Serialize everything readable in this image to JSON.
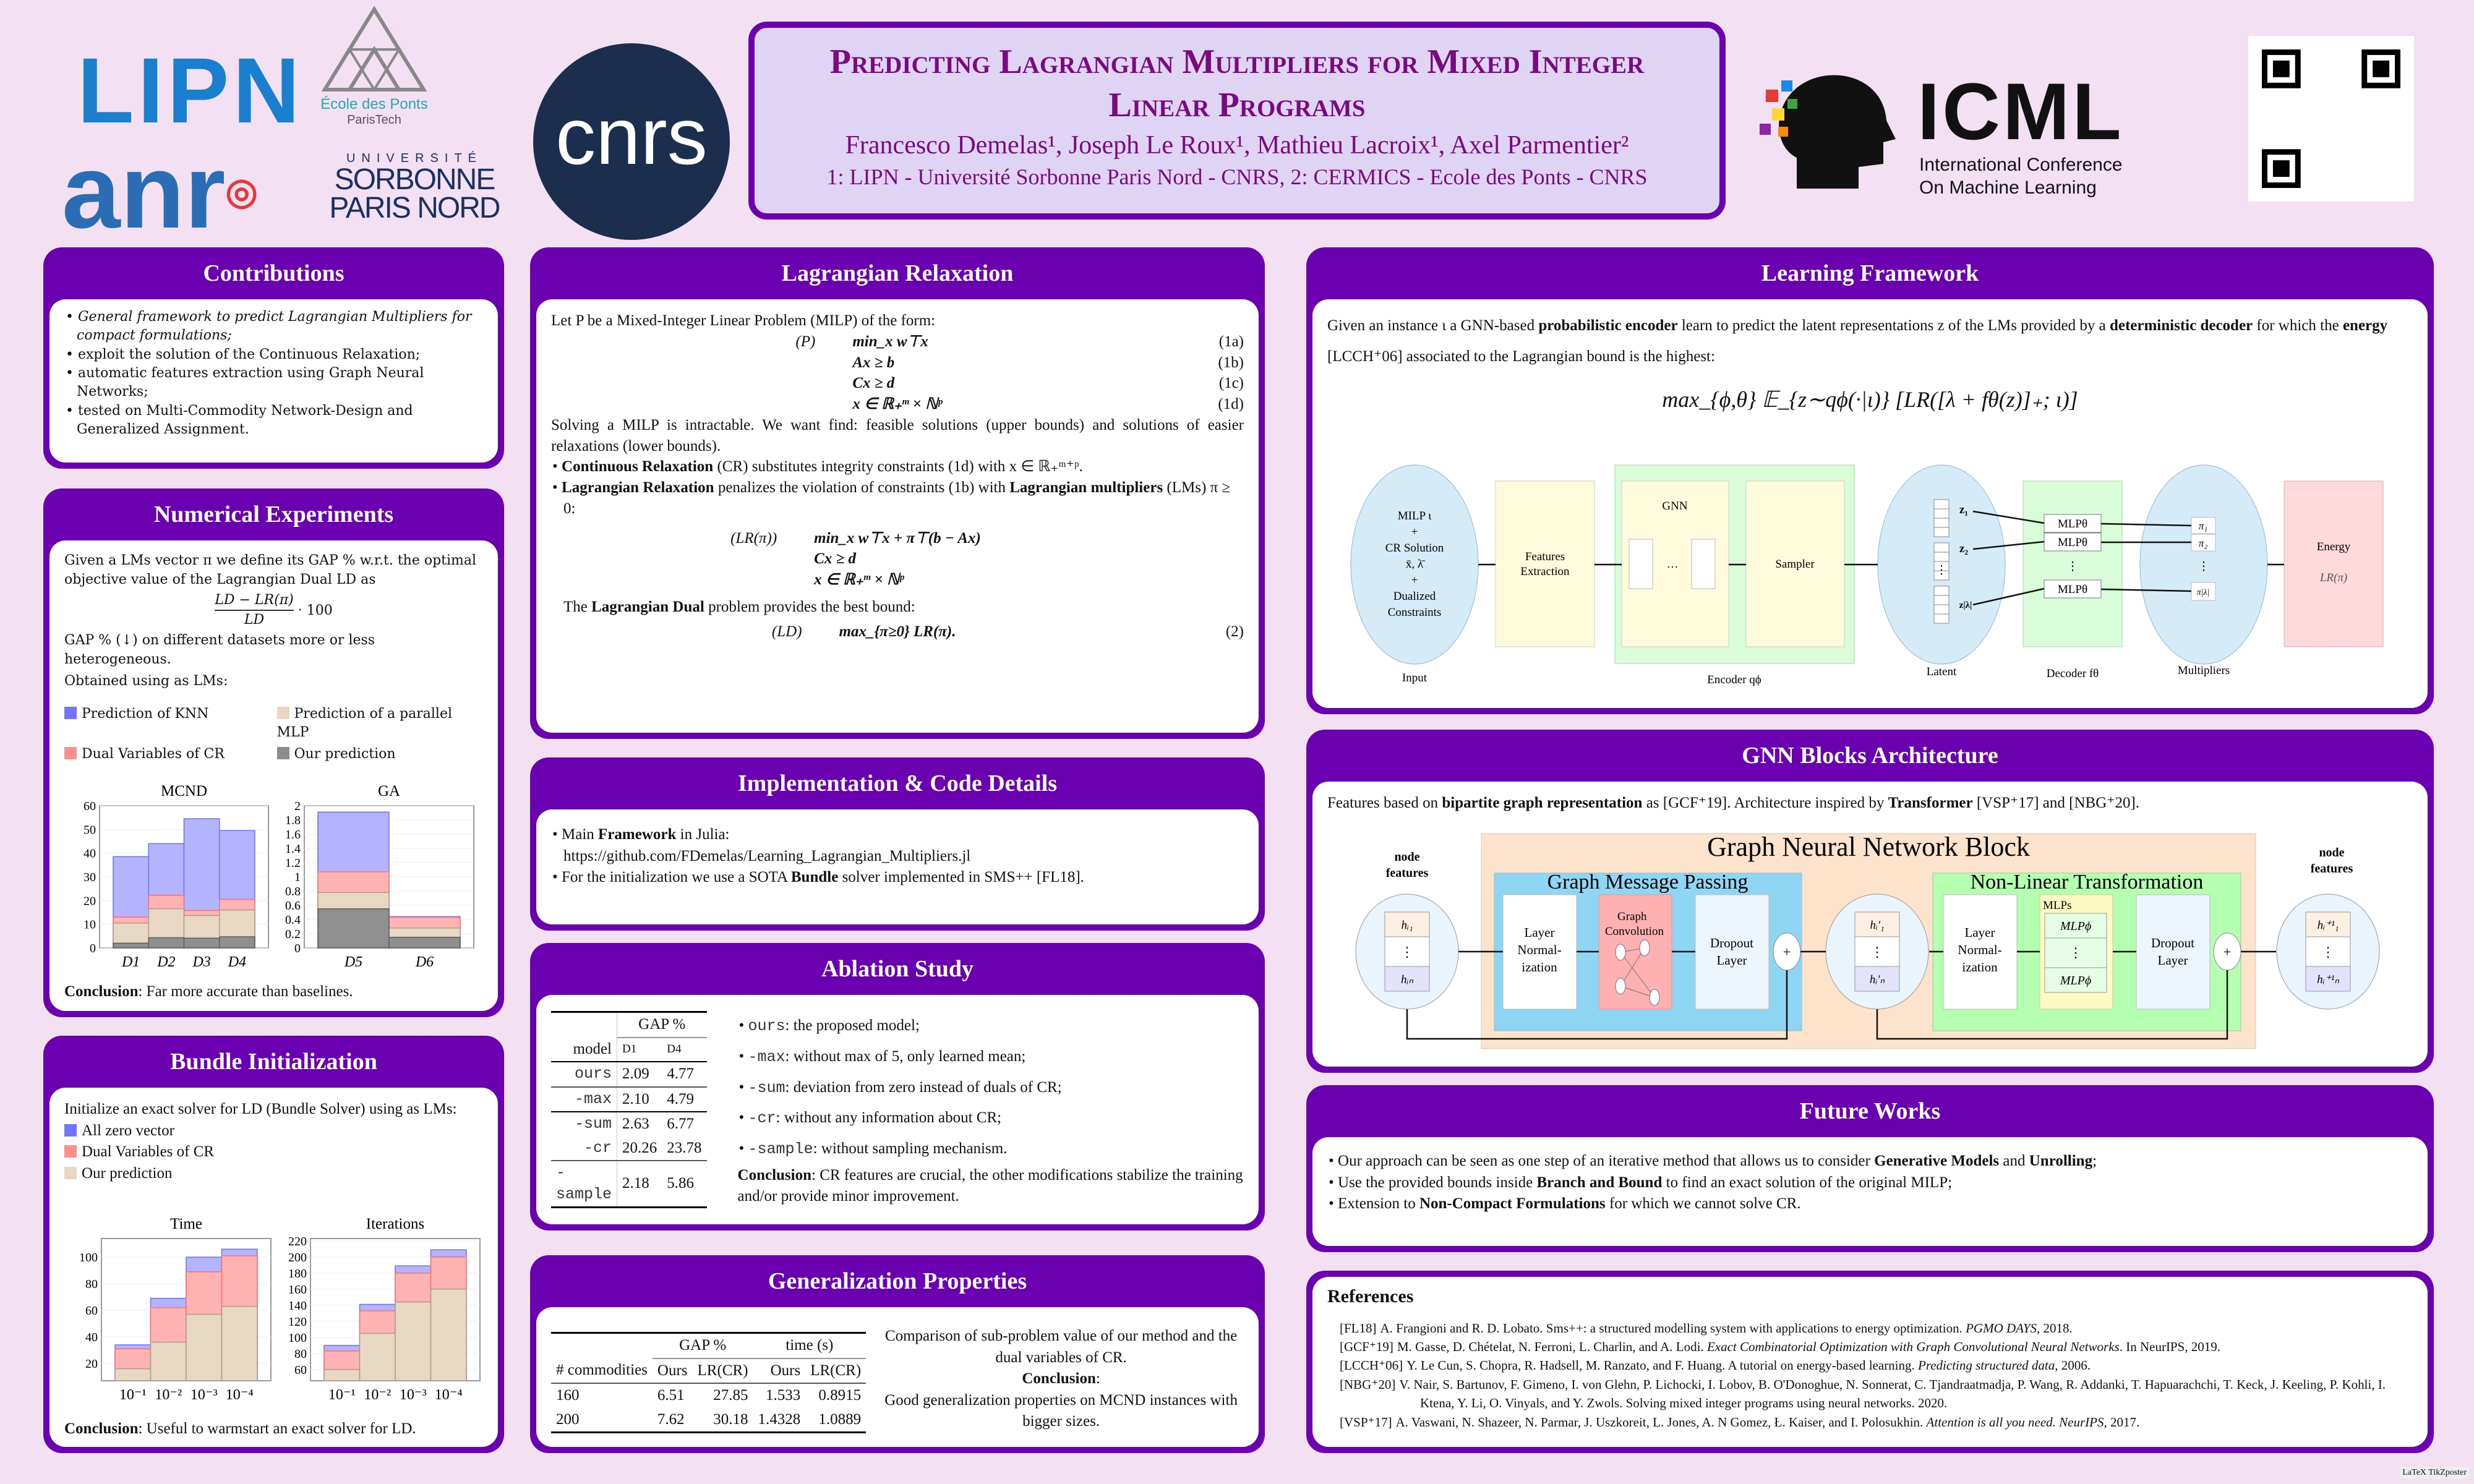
{
  "logos": {
    "lipn": "LIPN",
    "ecole": "École des Ponts",
    "paristech": "ParisTech",
    "anr": "anr",
    "univ": "UNIVERSITÉ",
    "sorbonne": "SORBONNE",
    "parisnord": "PARIS NORD",
    "cnrs": "cnrs",
    "icml": "ICML",
    "icml_sub1": "International Conference",
    "icml_sub2": "On Machine Learning"
  },
  "header": {
    "title": "Predicting Lagrangian Multipliers for Mixed Integer Linear Programs",
    "authors": "Francesco Demelas¹, Joseph Le Roux¹, Mathieu Lacroix¹, Axel Parmentier²",
    "affiliations": "1: LIPN - Université Sorbonne Paris Nord - CNRS, 2: CERMICS - Ecole des Ponts - CNRS"
  },
  "contributions": {
    "title": "Contributions",
    "items": [
      "General framework to predict Lagrangian Multipliers for compact formulations;",
      "exploit the solution of the Continuous Relaxation;",
      "automatic features extraction using Graph Neural Networks;",
      "tested on Multi-Commodity Network-Design and Generalized Assignment."
    ]
  },
  "numerical": {
    "title": "Numerical Experiments",
    "intro": "Given a LMs vector π we define its GAP % w.r.t. the optimal objective value of the Lagrangian Dual LD as",
    "formula_num": "LD − LR(π)",
    "formula_den": "LD",
    "formula_mult": "· 100",
    "gap_line": "GAP % (↓) on different datasets more or less heterogeneous.",
    "obtained": "Obtained using as LMs:",
    "legend": [
      "Prediction of KNN",
      "Prediction of a parallel MLP",
      "Dual Variables of CR",
      "Our prediction"
    ],
    "conclusion_label": "Conclusion",
    "conclusion": ": Far more accurate than baselines."
  },
  "bundle": {
    "title": "Bundle Initialization",
    "intro": "Initialize an exact solver for LD (Bundle Solver) using as LMs:",
    "legend": [
      "All zero vector",
      "Dual Variables of CR",
      "Our prediction"
    ],
    "conclusion_label": "Conclusion",
    "conclusion": ": Useful to warmstart an exact solver for LD."
  },
  "colors": {
    "knn": "#b3b3ff",
    "cr": "#ffb3b3",
    "mlp": "#e8d8c3",
    "ours": "#8f8f8f",
    "knn_stroke": "#7070ff",
    "cr_stroke": "#ff6f6f",
    "mlp_stroke": "#b09a8a",
    "ours_stroke": "#5e5e5e",
    "accent": "#6a00b0"
  },
  "chart_data": [
    {
      "type": "bar",
      "title": "MCND",
      "categories": [
        "D1",
        "D2",
        "D3",
        "D4"
      ],
      "ylim": [
        0,
        60
      ],
      "yticks": [
        "0",
        "10",
        "20",
        "30",
        "40",
        "50",
        "60"
      ],
      "grid": true,
      "series": [
        {
          "name": "Prediction of KNN",
          "key": "knn",
          "values": [
            38.5,
            44,
            54.5,
            49.5
          ]
        },
        {
          "name": "Dual Variables of CR",
          "key": "cr",
          "values": [
            13,
            22.2,
            15.8,
            20.5
          ]
        },
        {
          "name": "Prediction of a parallel MLP",
          "key": "mlp",
          "values": [
            10.5,
            16.5,
            13.7,
            16
          ]
        },
        {
          "name": "Our prediction",
          "key": "ours",
          "values": [
            2,
            4.3,
            4.1,
            4.7
          ]
        }
      ]
    },
    {
      "type": "bar",
      "title": "GA",
      "categories": [
        "D5",
        "D6"
      ],
      "ylim": [
        0,
        2
      ],
      "yticks": [
        "0",
        "0.2",
        "0.4",
        "0.6",
        "0.8",
        "1",
        "1.2",
        "1.4",
        "1.6",
        "1.8",
        "2"
      ],
      "grid": true,
      "series": [
        {
          "name": "Prediction of KNN",
          "key": "knn",
          "values": [
            1.91,
            0.44
          ]
        },
        {
          "name": "Dual Variables of CR",
          "key": "cr",
          "values": [
            1.07,
            0.43
          ]
        },
        {
          "name": "Prediction of a parallel MLP",
          "key": "mlp",
          "values": [
            0.78,
            0.28
          ]
        },
        {
          "name": "Our prediction",
          "key": "ours",
          "values": [
            0.55,
            0.15
          ]
        }
      ]
    },
    {
      "type": "bar",
      "title": "Time",
      "categories": [
        "10⁻¹",
        "10⁻²",
        "10⁻³",
        "10⁻⁴"
      ],
      "ylim": [
        7,
        114
      ],
      "yticks": [
        "20",
        "40",
        "60",
        "80",
        "100"
      ],
      "grid": true,
      "series": [
        {
          "name": "All zero vector",
          "key": "knn",
          "values": [
            34,
            69,
            100,
            106
          ]
        },
        {
          "name": "Dual Variables of CR",
          "key": "cr",
          "values": [
            31,
            62,
            89,
            101
          ]
        },
        {
          "name": "Our prediction",
          "key": "mlp",
          "values": [
            16,
            36,
            57,
            63
          ]
        }
      ]
    },
    {
      "type": "bar",
      "title": "Iterations",
      "categories": [
        "10⁻¹",
        "10⁻²",
        "10⁻³",
        "10⁻⁴"
      ],
      "ylim": [
        46,
        223
      ],
      "yticks": [
        "60",
        "80",
        "100",
        "120",
        "140",
        "160",
        "180",
        "200",
        "220"
      ],
      "grid": true,
      "series": [
        {
          "name": "All zero vector",
          "key": "knn",
          "values": [
            90,
            141,
            189,
            209
          ]
        },
        {
          "name": "Dual Variables of CR",
          "key": "cr",
          "values": [
            83,
            133,
            180,
            200
          ]
        },
        {
          "name": "Our prediction",
          "key": "mlp",
          "values": [
            60,
            105,
            144,
            160
          ]
        }
      ]
    }
  ],
  "lagrangian": {
    "title": "Lagrangian Relaxation",
    "intro": "Let P be a Mixed-Integer Linear Problem (MILP) of the form:",
    "p_rows": [
      [
        "(P)",
        "min_x  w⊤x",
        "(1a)"
      ],
      [
        "",
        "Ax ≥ b",
        "(1b)"
      ],
      [
        "",
        "Cx ≥ d",
        "(1c)"
      ],
      [
        "",
        "x ∈ ℝ₊ᵐ × ℕᵖ",
        "(1d)"
      ]
    ],
    "solving": "Solving a MILP is intractable. We want find: feasible solutions (upper bounds) and solutions of easier relaxations (lower bounds).",
    "cr_bold": "Continuous Relaxation",
    "cr_text": " (CR) substitutes integrity constraints (1d) with x ∈ ℝ₊ᵐ⁺ᵖ.",
    "lr_bold": "Lagrangian Relaxation",
    "lr_text": " penalizes the violation of constraints (1b) with ",
    "lr_bold2": "Lagrangian multipliers",
    "lr_text2": " (LMs) π ≥ 0:",
    "lr_rows": [
      [
        "(LR(π))",
        "min_x  w⊤x + π⊤(b − Ax)",
        ""
      ],
      [
        "",
        "Cx ≥ d",
        ""
      ],
      [
        "",
        "x ∈ ℝ₊ᵐ × ℕᵖ",
        ""
      ]
    ],
    "dual_pre": "The ",
    "dual_bold": "Lagrangian Dual",
    "dual_post": " problem provides the best bound:",
    "ld_rows": [
      [
        "(LD)",
        "max_{π≥0}  LR(π).",
        "(2)"
      ]
    ]
  },
  "implementation": {
    "title": "Implementation & Code Details",
    "item1_pre": "Main ",
    "item1_bold": "Framework",
    "item1_post": " in Julia:",
    "url": "https://github.com/FDemelas/Learning_Lagrangian_Multipliers.jl",
    "item2_pre": "For the initialization we use a SOTA ",
    "item2_bold": "Bundle",
    "item2_post": " solver implemented in SMS++ [FL18]."
  },
  "ablation": {
    "title": "Ablation Study",
    "gap_header": "GAP %",
    "model_header": "model",
    "cols": [
      "D1",
      "D4"
    ],
    "rows": [
      {
        "model": "ours",
        "d1": "2.09",
        "d4": "4.77"
      },
      {
        "model": "-max",
        "d1": "2.10",
        "d4": "4.79"
      },
      {
        "model": "-sum",
        "d1": "2.63",
        "d4": "6.77"
      },
      {
        "model": "-cr",
        "d1": "20.26",
        "d4": "23.78"
      },
      {
        "model": "-sample",
        "d1": "2.18",
        "d4": "5.86"
      }
    ],
    "bullets": [
      {
        "code": "ours",
        "text": ": the proposed model;"
      },
      {
        "code": "-max",
        "text": ": without max of 5, only learned mean;"
      },
      {
        "code": "-sum",
        "text": ": deviation from zero instead of duals of CR;"
      },
      {
        "code": "-cr",
        "text": ": without any information about CR;"
      },
      {
        "code": "-sample",
        "text": ": without sampling mechanism."
      }
    ],
    "conclusion_label": "Conclusion",
    "conclusion": ": CR features are crucial, the other modifications stabilize the training and/or provide minor improvement."
  },
  "generalization": {
    "title": "Generalization Properties",
    "gap_header": "GAP %",
    "time_header": "time (s)",
    "headers": [
      "# commodities",
      "Ours",
      "LR(CR)",
      "Ours",
      "LR(CR)"
    ],
    "rows": [
      [
        "160",
        "6.51",
        "27.85",
        "1.533",
        "0.8915"
      ],
      [
        "200",
        "7.62",
        "30.18",
        "1.4328",
        "1.0889"
      ]
    ],
    "caption": "Comparison of sub-problem value of our method and the dual variables of CR.",
    "conclusion_label": "Conclusion",
    "conclusion": "Good generalization properties on MCND instances with bigger sizes."
  },
  "framework": {
    "title": "Learning Framework",
    "text_pre": "Given an instance ι a GNN-based ",
    "bold1": "probabilistic encoder",
    "text_mid": " learn to predict the latent representations z of the LMs provided by a ",
    "bold2": "deterministic decoder",
    "text_mid2": " for which the ",
    "bold3": "energy",
    "text_post": " [LCCH⁺06] associated to the Lagrangian bound is the highest:",
    "equation": "max_{ϕ,θ} 𝔼_{z∼qϕ(·|ι)} [LR([λ + fθ(z)]₊; ι)]"
  },
  "diagram": {
    "input_lines": [
      "MILP ι",
      "+",
      "CR Solution",
      "x̄, λ̄",
      "+",
      "Dualized",
      "Constraints"
    ],
    "features": [
      "Features",
      "Extraction"
    ],
    "gnn": "GNN",
    "dots": "…",
    "sampler": "Sampler",
    "energy": "Energy",
    "energy_sub": "LR(π)",
    "mlp": "MLPθ",
    "z": [
      "z₁",
      "z₂",
      "z|λ|"
    ],
    "pi": [
      "π₁",
      "π₂",
      "π|λ|"
    ],
    "vdots": "⋮",
    "labels": {
      "input": "Input",
      "encoder": "Encoder qϕ",
      "latent": "Latent",
      "decoder": "Decoder fθ",
      "multipliers": "Multipliers"
    }
  },
  "gnn": {
    "title": "GNN Blocks Architecture",
    "text_pre": "Features based on ",
    "bold1": "bipartite graph representation",
    "text_mid": " as [GCF⁺19]. Architecture inspired by ",
    "bold2": "Transformer",
    "text_post": " [VSP⁺17] and [NBG⁺20].",
    "block_title": "Graph Neural Network Block",
    "gmp": "Graph Message Passing",
    "nlt": "Non-Linear Transformation",
    "node_features": [
      "node",
      "features"
    ],
    "layer_norm": [
      "Layer",
      "Normal-",
      "ization"
    ],
    "graph_conv": [
      "Graph",
      "Convolution"
    ],
    "dropout": [
      "Dropout",
      "Layer"
    ],
    "mlps": "MLPs",
    "mlp_phi": "MLPϕ",
    "h_in": [
      "hᵢ₁",
      "hᵢₙ"
    ],
    "h_mid": [
      "hᵢ'₁",
      "hᵢ'ₙ"
    ],
    "h_out": [
      "hᵢ⁺¹₁",
      "hᵢ⁺¹ₙ"
    ],
    "plus": "+"
  },
  "future": {
    "title": "Future Works",
    "items": [
      {
        "pre": "Our approach can be seen as one step of an iterative method that allows us to consider ",
        "b1": "Generative Models",
        "mid": " and ",
        "b2": "Unrolling",
        "post": ";"
      },
      {
        "pre": "Use the provided bounds inside ",
        "b1": "Branch and Bound",
        "mid": " to find an exact solution of the original MILP;",
        "b2": "",
        "post": ""
      },
      {
        "pre": "Extension to ",
        "b1": "Non-Compact Formulations",
        "mid": " for which we cannot solve CR.",
        "b2": "",
        "post": ""
      }
    ]
  },
  "references": {
    "title": "References",
    "items": [
      {
        "key": "[FL18]",
        "text": "A. Frangioni and R. D. Lobato. Sms++: a structured modelling system with applications to energy optimization. ",
        "it": "PGMO DAYS",
        "post": ", 2018."
      },
      {
        "key": "[GCF⁺19]",
        "text": "M. Gasse, D. Chételat, N. Ferroni, L. Charlin, and A. Lodi. ",
        "it": "Exact Combinatorial Optimization with Graph Convolutional Neural Networks",
        "post": ". In NeurIPS, 2019."
      },
      {
        "key": "[LCCH⁺06]",
        "text": "Y. Le Cun, S. Chopra, R. Hadsell, M. Ranzato, and F. Huang. A tutorial on energy-based learning. ",
        "it": "Predicting structured data",
        "post": ", 2006."
      },
      {
        "key": "[NBG⁺20]",
        "text": "V. Nair, S. Bartunov, F. Gimeno, I. von Glehn, P. Lichocki, I. Lobov, B. O'Donoghue, N. Sonnerat, C. Tjandraatmadja, P. Wang, R. Addanki, T. Hapuarachchi, T. Keck, J. Keeling, P. Kohli, I. Ktena, Y. Li, O. Vinyals, and Y. Zwols. Solving mixed integer programs using neural networks. 2020.",
        "it": "",
        "post": ""
      },
      {
        "key": "[VSP⁺17]",
        "text": "A. Vaswani, N. Shazeer, N. Parmar, J. Uszkoreit, L. Jones, A. N Gomez, Ł. Kaiser, and I. Polosukhin. ",
        "it": "Attention is all you need. NeurIPS",
        "post": ", 2017."
      }
    ]
  },
  "footer": "LaTeX TikZposter"
}
